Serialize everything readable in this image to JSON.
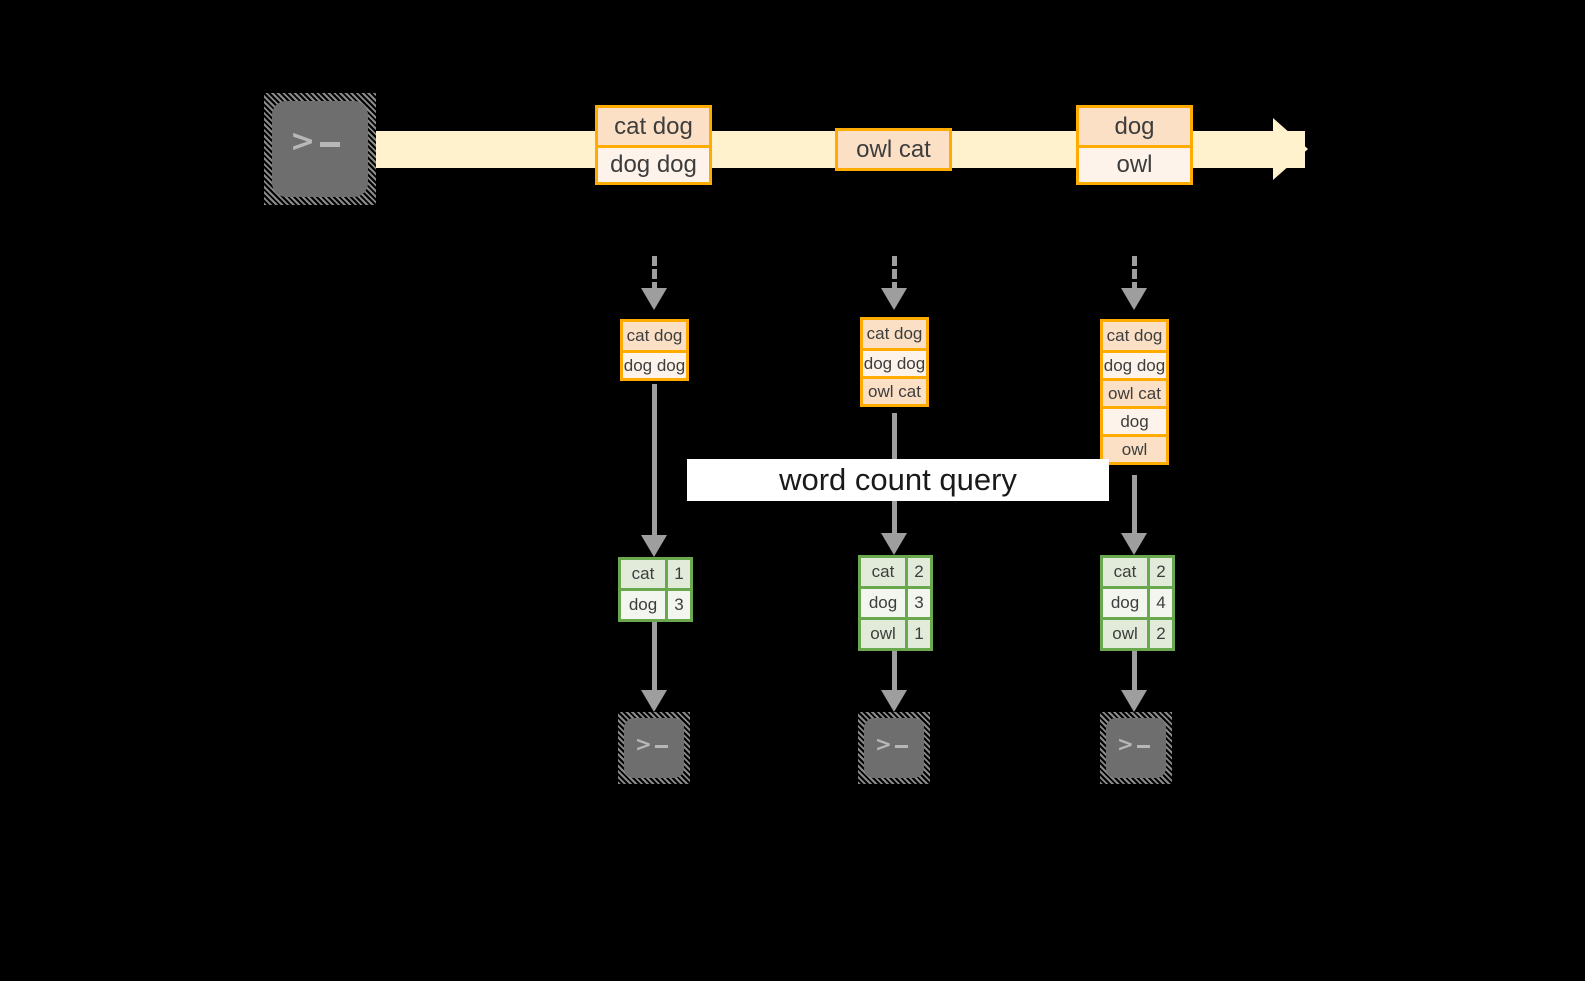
{
  "diagram": {
    "stream": {
      "accent_color": "#fff2cc",
      "border_color": "#ffab00",
      "source_icon": "terminal-icon",
      "messages": [
        {
          "name": "message-1",
          "lines": [
            "cat dog",
            "dog dog"
          ]
        },
        {
          "name": "message-2",
          "lines": [
            "owl cat"
          ]
        },
        {
          "name": "message-3",
          "lines": [
            "dog",
            "owl"
          ]
        }
      ]
    },
    "query_label": "word count query",
    "columns": [
      {
        "name": "stage-1",
        "state_rows": [
          "cat dog",
          "dog dog"
        ],
        "result_rows": [
          {
            "key": "cat",
            "value": "1"
          },
          {
            "key": "dog",
            "value": "3"
          }
        ],
        "sink_icon": "terminal-icon"
      },
      {
        "name": "stage-2",
        "state_rows": [
          "cat dog",
          "dog dog",
          "owl cat"
        ],
        "result_rows": [
          {
            "key": "cat",
            "value": "2"
          },
          {
            "key": "dog",
            "value": "3"
          },
          {
            "key": "owl",
            "value": "1"
          }
        ],
        "sink_icon": "terminal-icon"
      },
      {
        "name": "stage-3",
        "state_rows": [
          "cat dog",
          "dog dog",
          "owl cat",
          "dog",
          "owl"
        ],
        "result_rows": [
          {
            "key": "cat",
            "value": "2"
          },
          {
            "key": "dog",
            "value": "4"
          },
          {
            "key": "owl",
            "value": "2"
          }
        ],
        "sink_icon": "terminal-icon"
      }
    ],
    "colors": {
      "stream_fill": "#fff2cc",
      "message_border": "#ffab00",
      "message_fill_dark": "#fce0c6",
      "message_fill_light": "#fdf3ea",
      "result_border": "#6aa84f",
      "result_fill_dark": "#e2ebd9",
      "result_fill_light": "#f2f6ef",
      "connector": "#9e9e9e",
      "terminal_body": "#6e6e6e",
      "background": "#000000"
    },
    "prompt_glyph": ">"
  }
}
